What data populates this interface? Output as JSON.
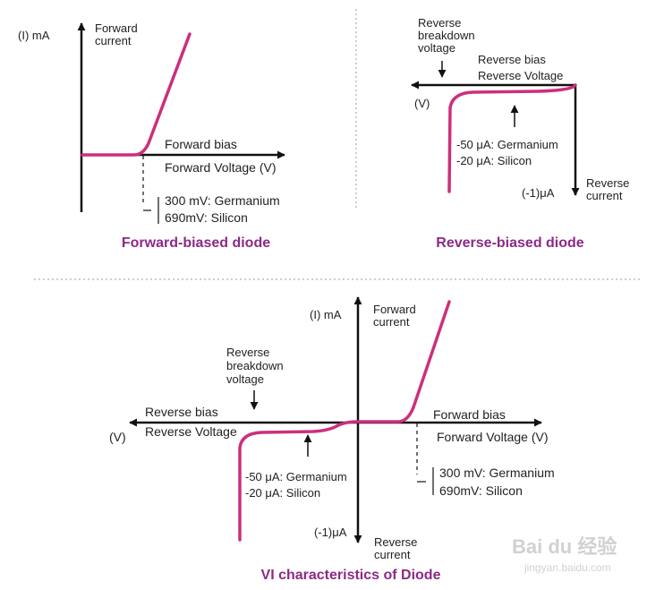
{
  "colors": {
    "curve": "#cc2f7c",
    "title": "#8b2a86",
    "axis": "#111111",
    "divider": "#999999"
  },
  "forward_panel": {
    "y_unit": "(I) mA",
    "y_axis": "Forward\ncurrent",
    "x_axis_1": "Forward bias",
    "x_axis_2": "Forward Voltage (V)",
    "threshold_ge": "300 mV: Germanium",
    "threshold_si": "690mV: Silicon",
    "title": "Forward-biased diode"
  },
  "reverse_panel": {
    "breakdown": "Reverse\nbreakdown\nvoltage",
    "x_axis_1": "Reverse bias",
    "x_axis_2": "Reverse Voltage",
    "x_unit": "(V)",
    "leak_ge": "-50 μA: Germanium",
    "leak_si": "-20 μA: Silicon",
    "y_unit": "(-1)μA",
    "y_axis": "Reverse\ncurrent",
    "title": "Reverse-biased diode"
  },
  "vi_panel": {
    "y_unit_top": "(I) mA",
    "y_axis_top": "Forward\ncurrent",
    "breakdown": "Reverse\nbreakdown\nvoltage",
    "left_axis_1": "Reverse bias",
    "left_axis_2": "Reverse Voltage",
    "left_unit": "(V)",
    "right_axis_1": "Forward bias",
    "right_axis_2": "Forward Voltage (V)",
    "leak_ge": "-50 μA: Germanium",
    "leak_si": "-20 μA: Silicon",
    "threshold_ge": "300 mV: Germanium",
    "threshold_si": "690mV: Silicon",
    "y_unit_bottom": "(-1)μA",
    "y_axis_bottom": "Reverse\ncurrent",
    "title": "VI characteristics of Diode"
  },
  "watermark": {
    "brand": "Bai du 经验",
    "url": "jingyan.baidu.com"
  }
}
